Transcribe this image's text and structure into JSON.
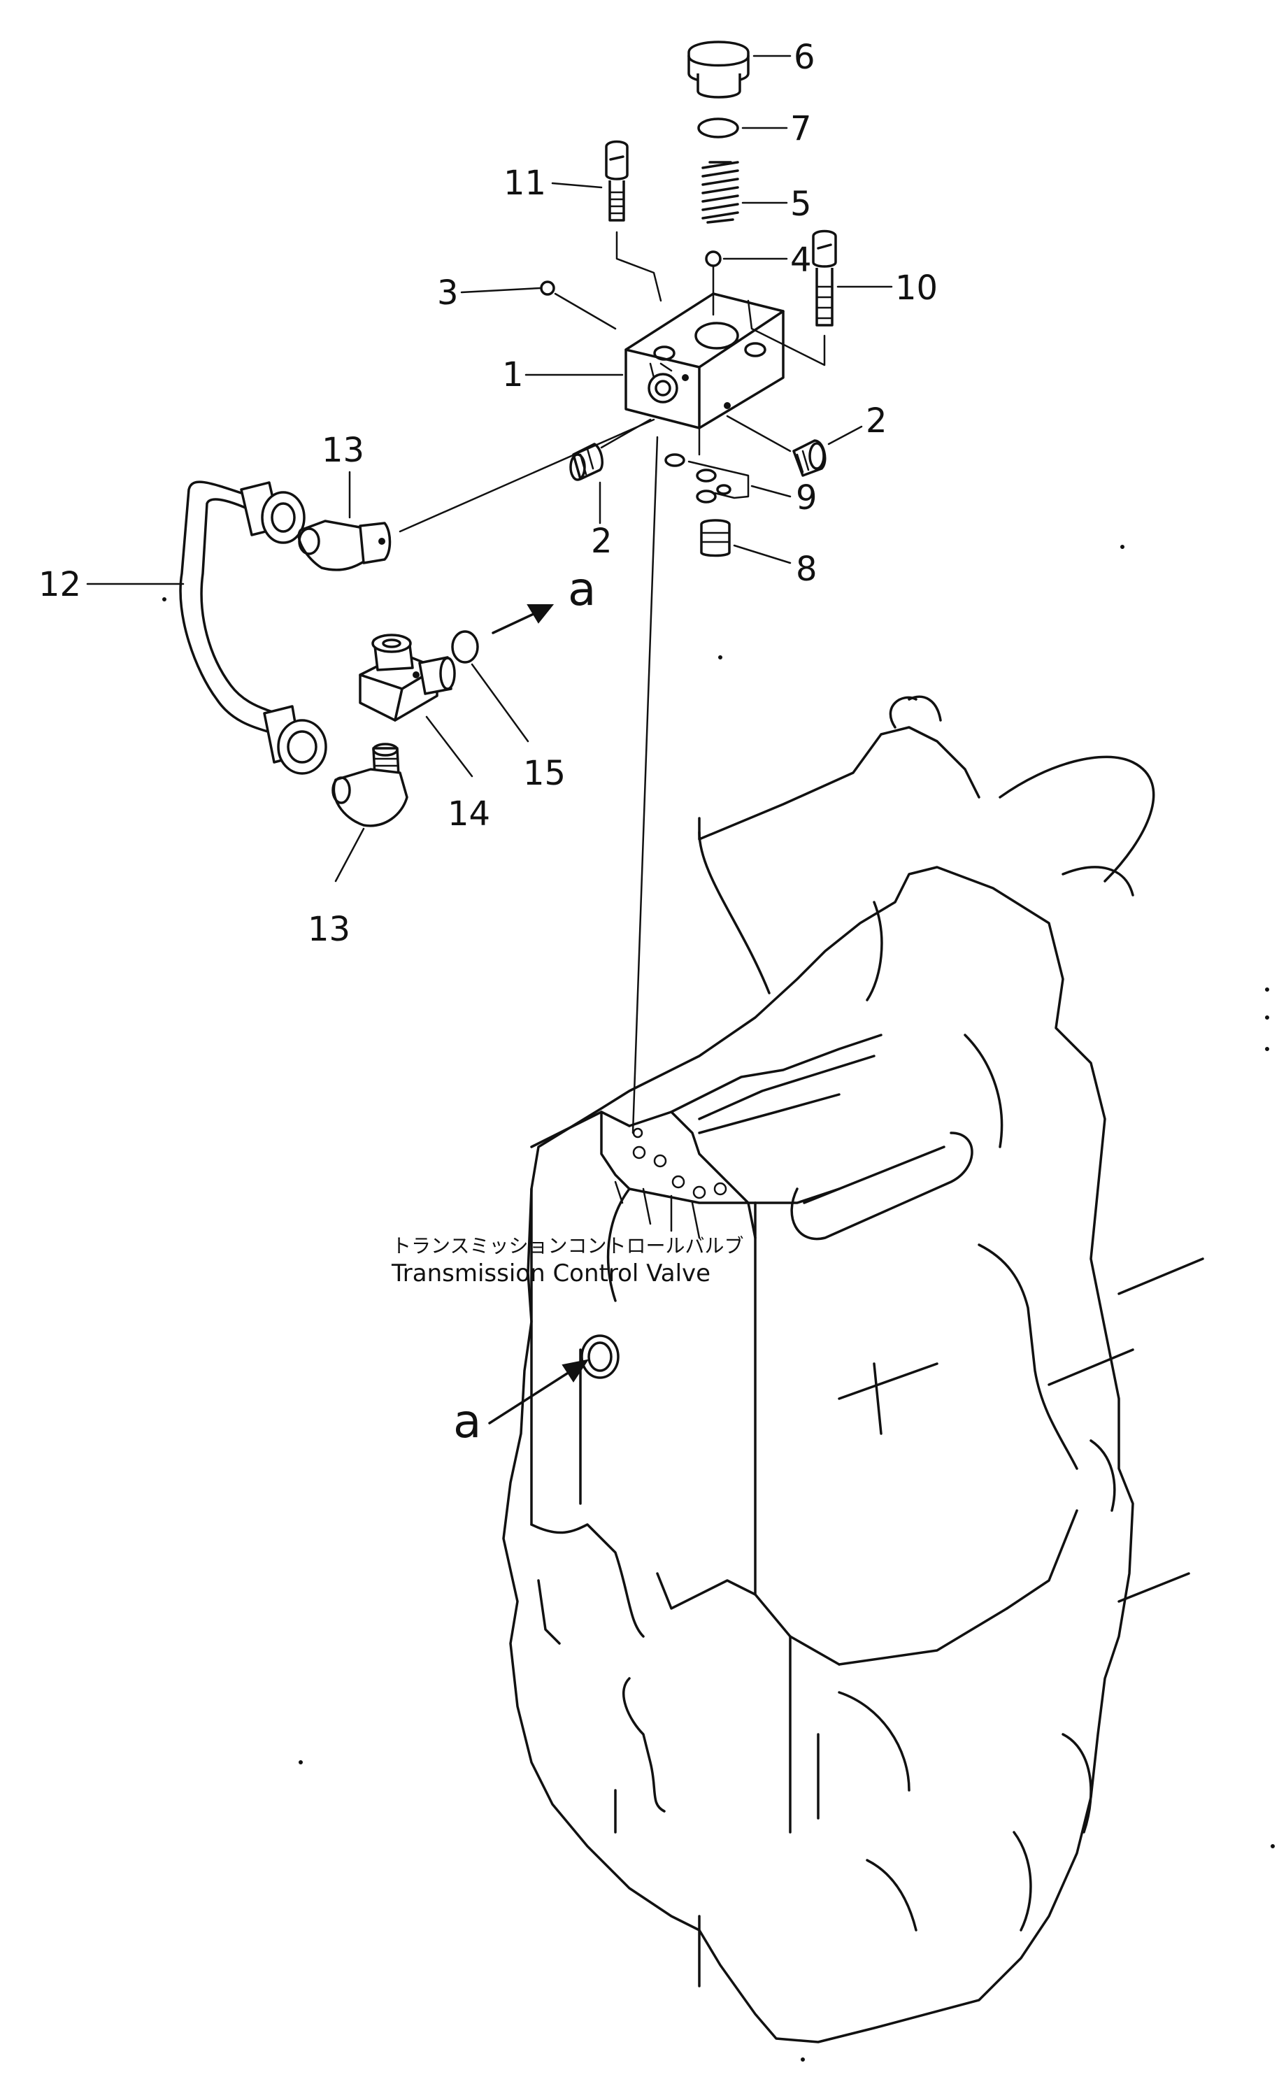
{
  "callouts": {
    "c1": "1",
    "c2a": "2",
    "c2b": "2",
    "c3": "3",
    "c4": "4",
    "c5": "5",
    "c6": "6",
    "c7": "7",
    "c8": "8",
    "c9": "9",
    "c10": "10",
    "c11": "11",
    "c12": "12",
    "c13a": "13",
    "c13b": "13",
    "c14": "14",
    "c15": "15"
  },
  "arrows": {
    "top": "a",
    "bottom": "a"
  },
  "housing_label": {
    "jp": "トランスミッションコントロールバルブ",
    "en": "Transmission  Control  Valve"
  }
}
